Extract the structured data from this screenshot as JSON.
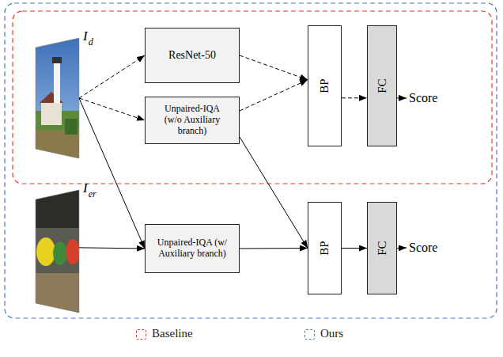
{
  "diagram": {
    "nodes": [
      {
        "text": [
          "I",
          "d"
        ]
      },
      {
        "text": [
          "ResNet-50"
        ]
      },
      {
        "text": [
          "Unpaired-IQA (w/o Auxiliary branch)"
        ]
      },
      {
        "text": [
          "BP"
        ]
      },
      {
        "text": [
          "FC"
        ]
      },
      {
        "text": [
          "Score"
        ]
      },
      {
        "text": [
          "I",
          "er"
        ]
      },
      {
        "text": [
          "Unpaired-IQA (w/ Auxiliary branch)"
        ]
      },
      {
        "text": [
          "BP"
        ]
      },
      {
        "text": [
          "FC"
        ]
      },
      {
        "text": [
          "Score"
        ]
      }
    ],
    "edges": [
      {
        "from": 0,
        "to": 1,
        "arrow": "to"
      },
      {
        "from": 0,
        "to": 2,
        "arrow": "to"
      },
      {
        "from": 0,
        "to": 7,
        "arrow": "to"
      },
      {
        "from": 1,
        "to": 3,
        "arrow": "to"
      },
      {
        "from": 2,
        "to": 3,
        "arrow": "to"
      },
      {
        "from": 3,
        "to": 4,
        "arrow": "to"
      },
      {
        "from": 4,
        "to": 5,
        "arrow": "to"
      },
      {
        "from": 2,
        "to": 8,
        "arrow": "to"
      },
      {
        "from": 6,
        "to": 7,
        "arrow": "to"
      },
      {
        "from": 7,
        "to": 8,
        "arrow": "to"
      },
      {
        "from": 8,
        "to": 9,
        "arrow": "to"
      },
      {
        "from": 9,
        "to": 10,
        "arrow": "to"
      }
    ],
    "legend": [
      {
        "text": "Baseline"
      },
      {
        "text": "Ours"
      }
    ]
  }
}
